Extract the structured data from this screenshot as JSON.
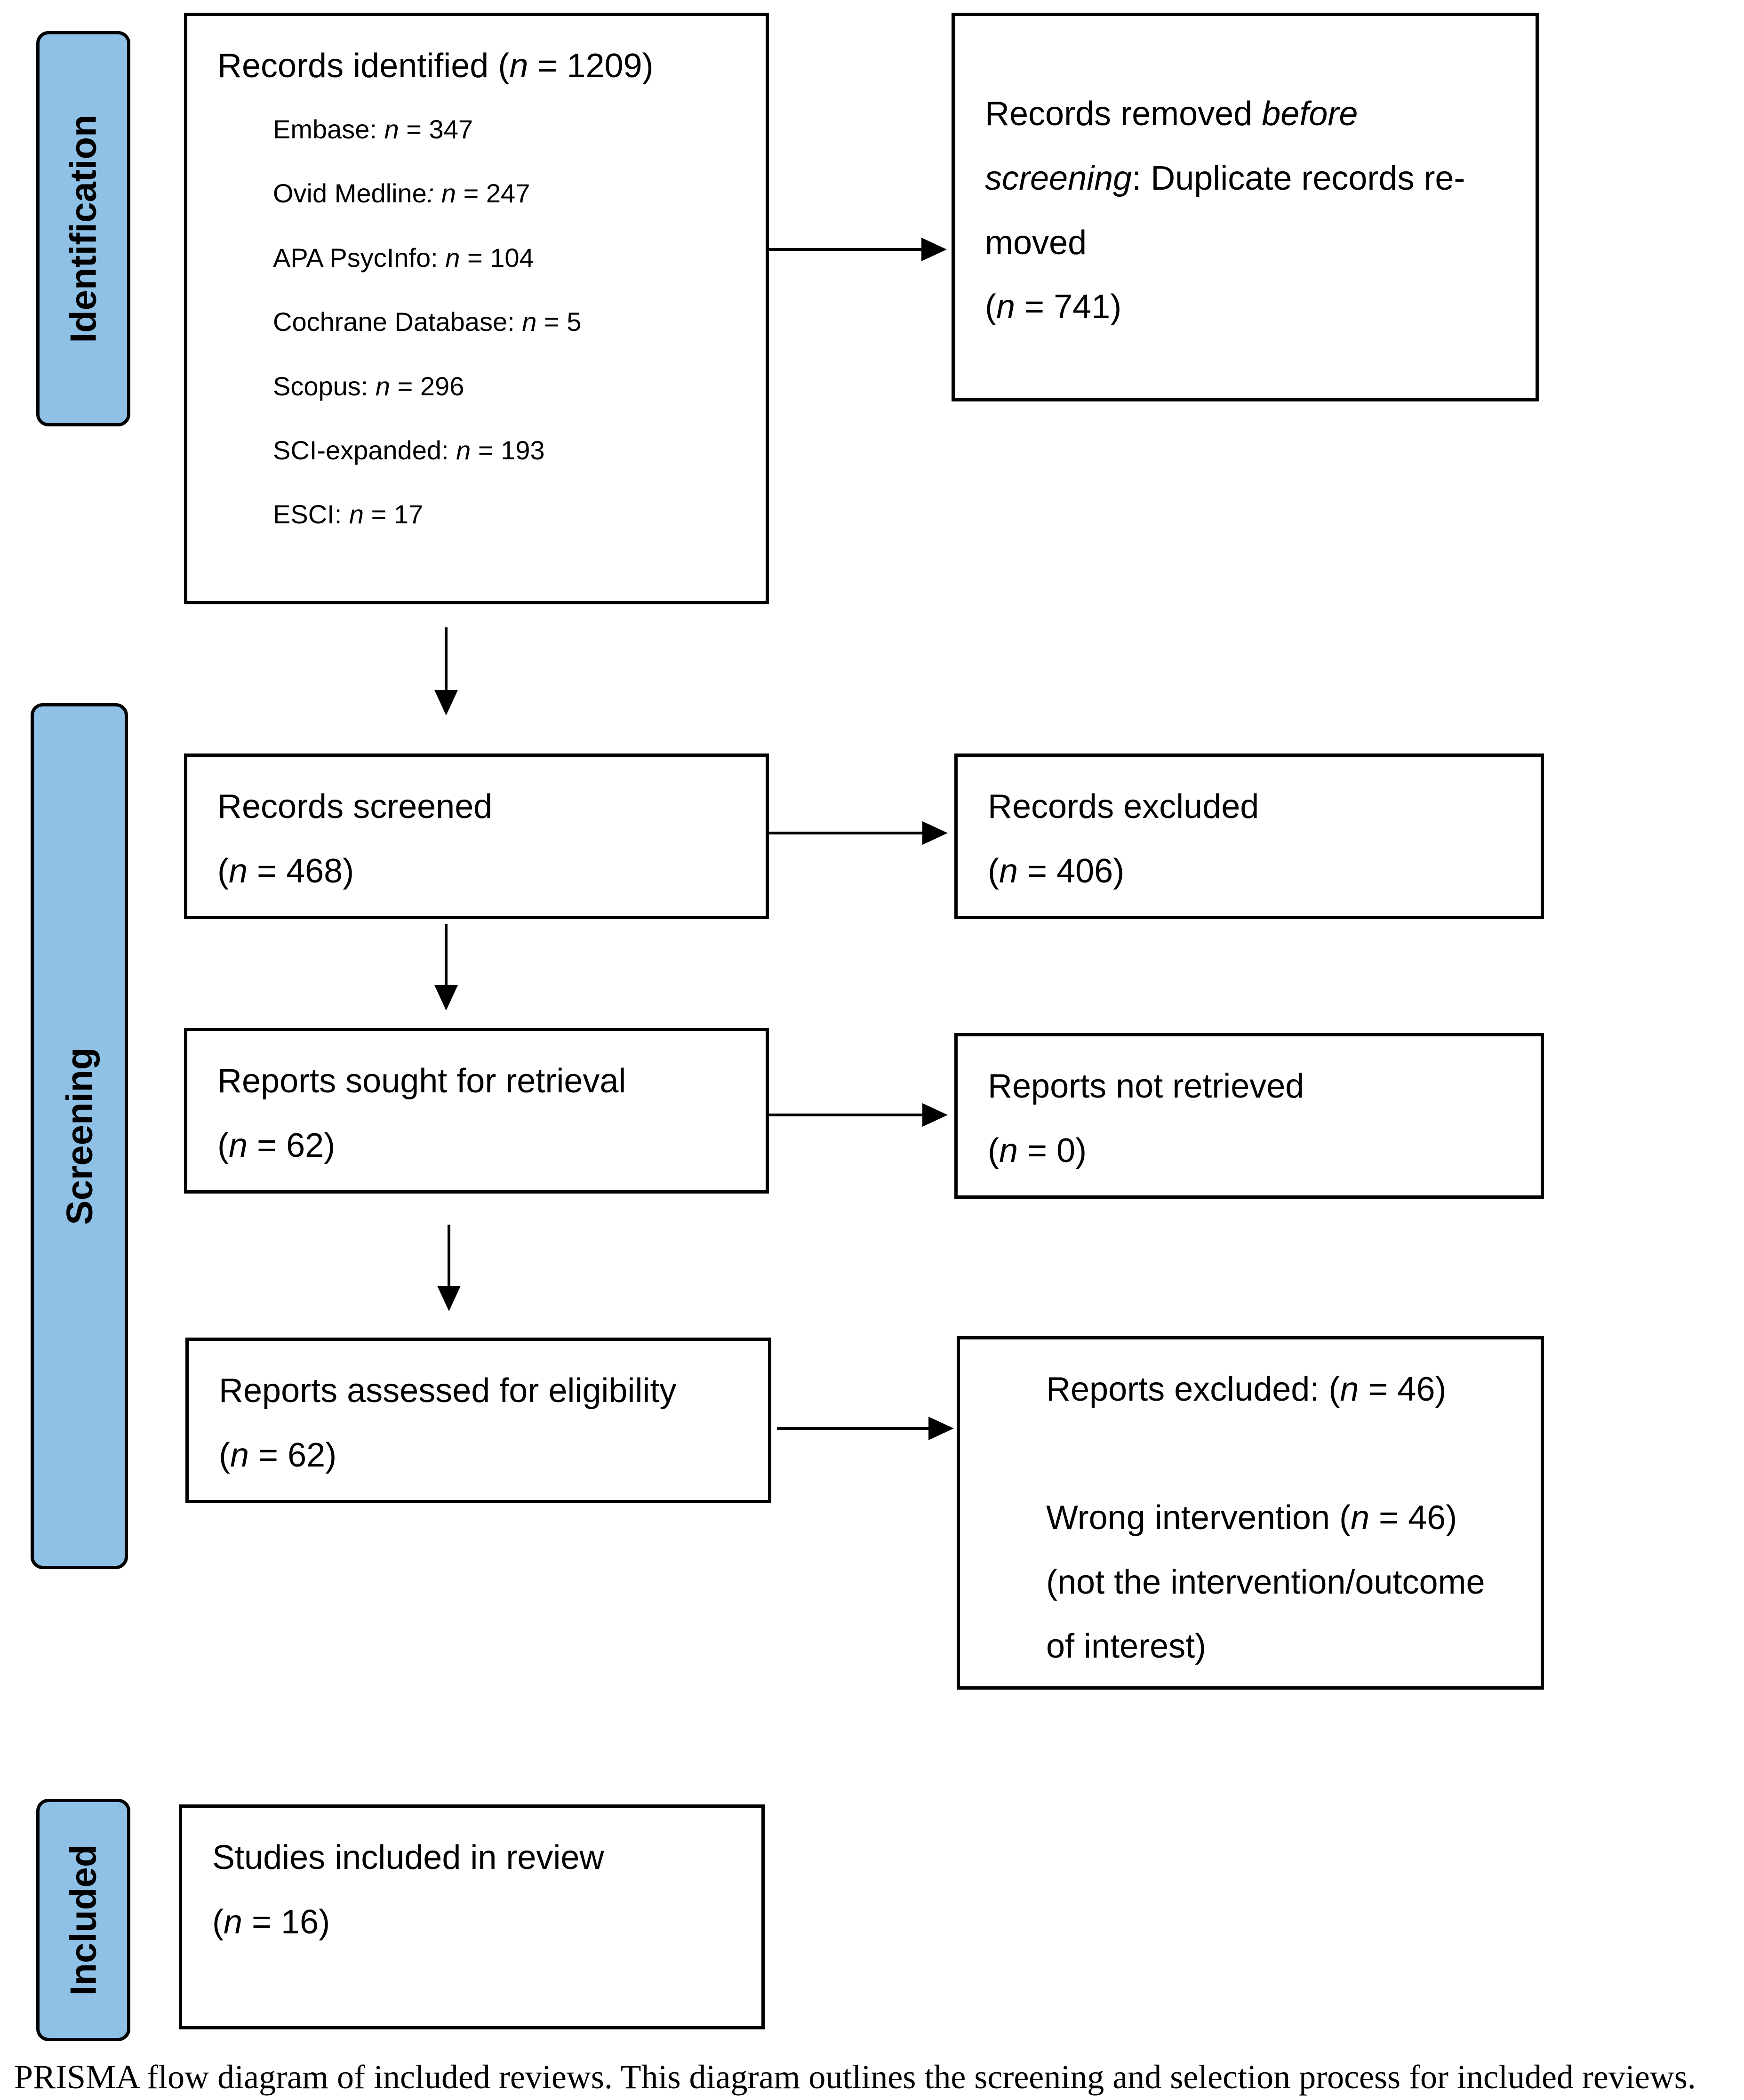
{
  "phases": {
    "identification": "Identification",
    "screening": "Screening",
    "included": "Included"
  },
  "identified": {
    "title": "Records identified",
    "n": "1209",
    "sources": [
      {
        "label": "Embase: ",
        "n": "347"
      },
      {
        "label": "Ovid Medline",
        "n": "247"
      },
      {
        "label": "APA PsycInfo: ",
        "n": "104"
      },
      {
        "label": "Cochrane Database: ",
        "n": "5"
      },
      {
        "label": "Scopus: ",
        "n": "296"
      },
      {
        "label": "SCI-expanded: ",
        "n": "193"
      },
      {
        "label": "ESCI: ",
        "n": "17"
      }
    ]
  },
  "removed": {
    "line1": "Records removed ",
    "line1_em": "before",
    "line2_em": "screening",
    "line2": ": Duplicate records re-",
    "line3": "moved",
    "n": "741"
  },
  "screened": {
    "title": "Records screened",
    "n": "468"
  },
  "excluded": {
    "title": "Records excluded",
    "n": "406"
  },
  "sought": {
    "title": "Reports sought for retrieval",
    "n": "62"
  },
  "not_retrieved": {
    "title": "Reports not retrieved",
    "n": "0"
  },
  "assessed": {
    "title": "Reports assessed for eligibility",
    "n": "62"
  },
  "reports_excluded": {
    "title": "Reports excluded: ",
    "n": "46",
    "reason": "Wrong intervention ",
    "reason_n": "46",
    "note_line1": "(not the intervention/outcome",
    "note_line2": "of interest)"
  },
  "included": {
    "title": "Studies included in review",
    "n": "16"
  },
  "caption": "PRISMA flow diagram of included reviews. This diagram outlines the screening and selection process for included reviews."
}
